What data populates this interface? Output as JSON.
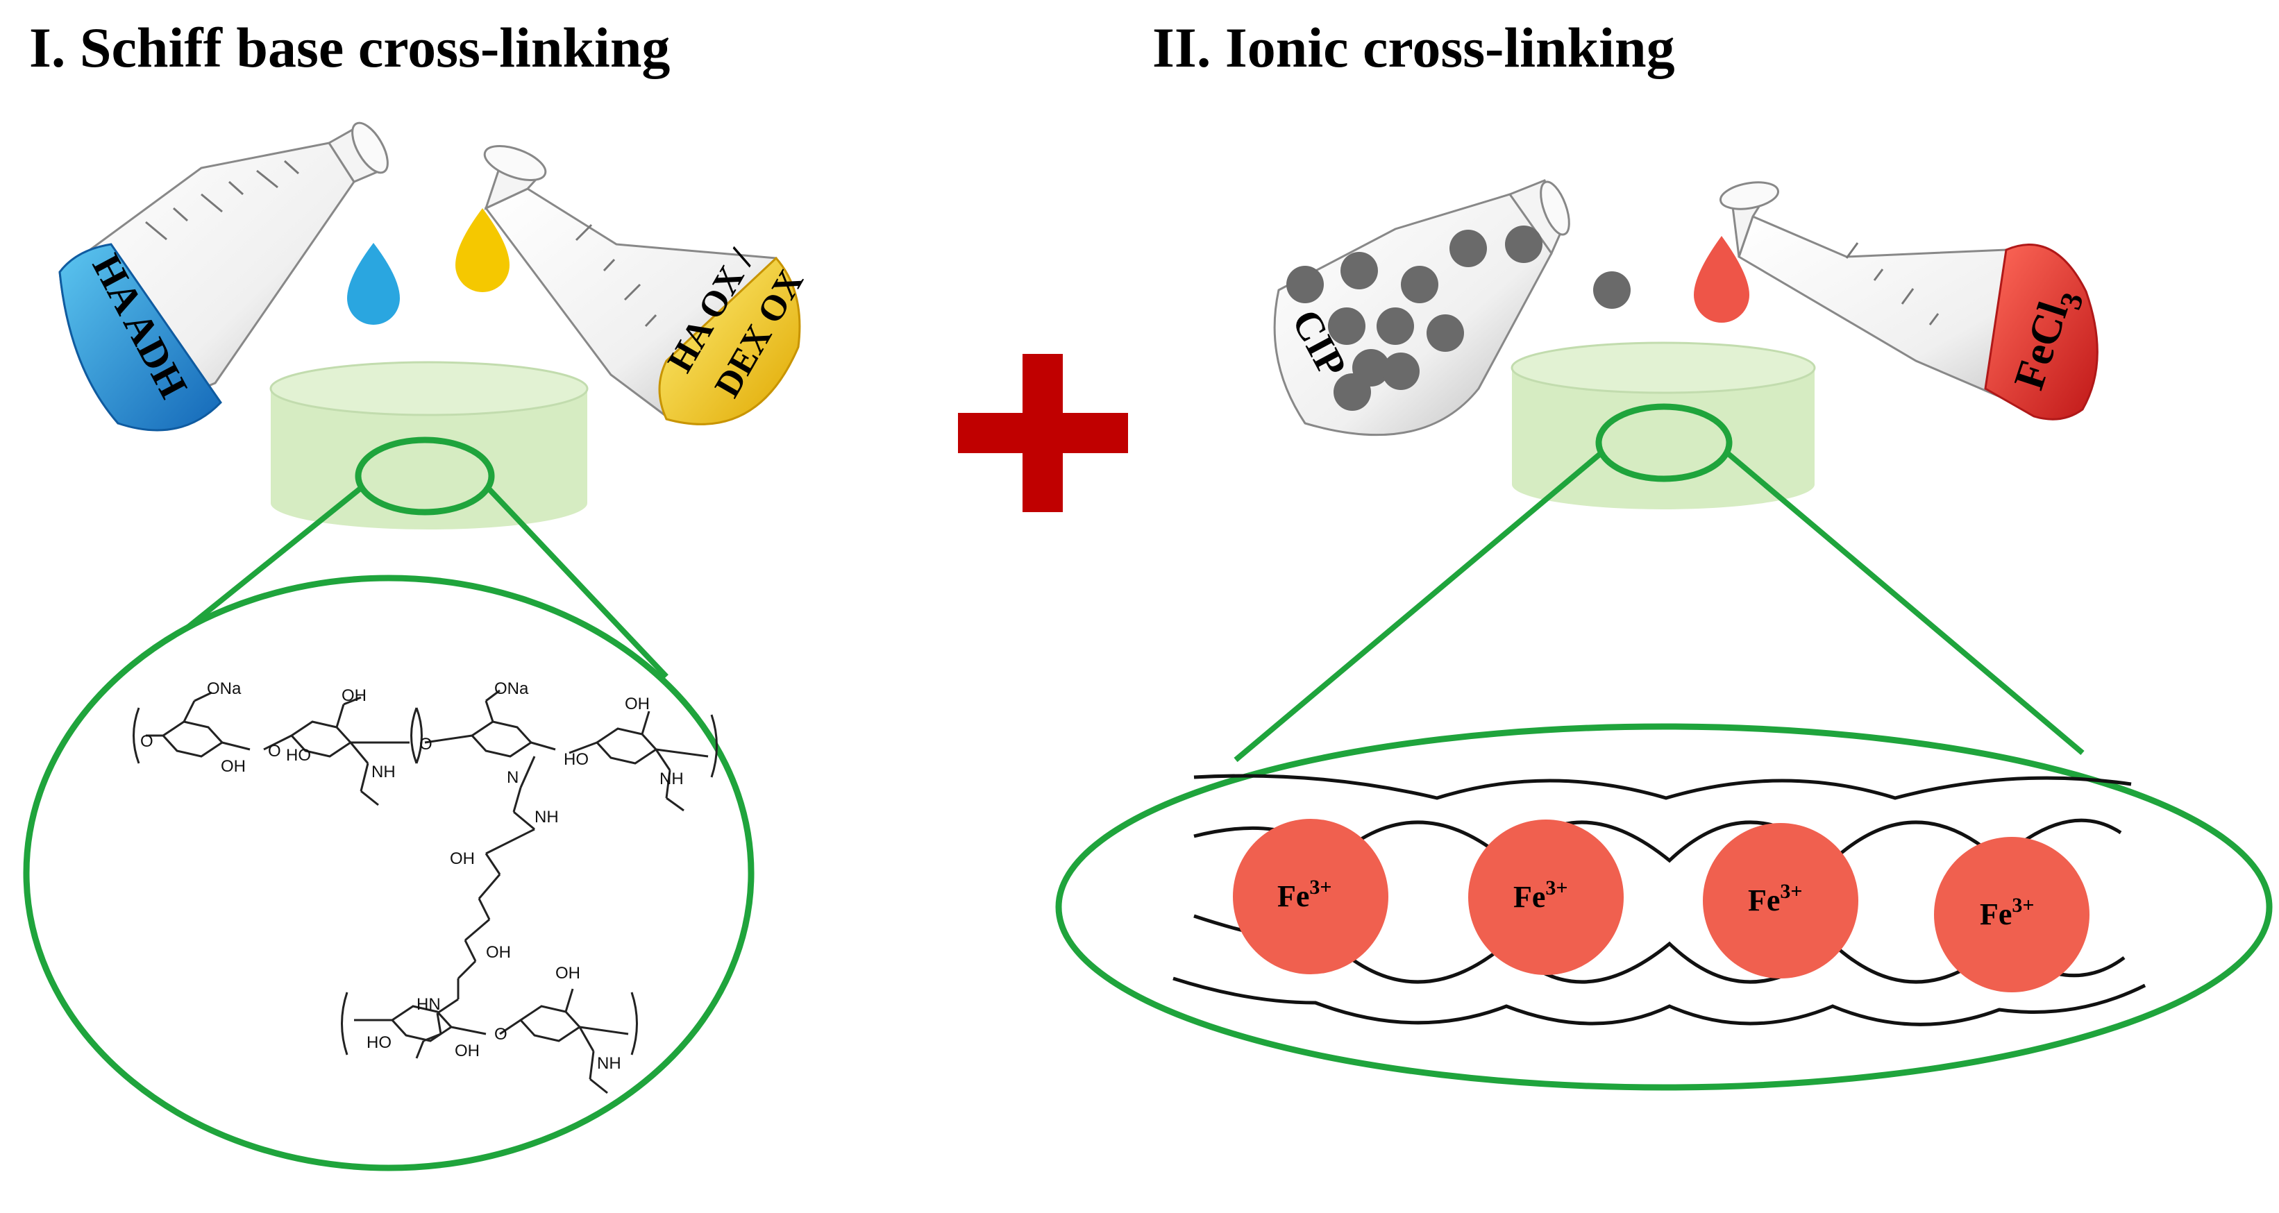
{
  "titles": {
    "schiff": "I. Schiff base cross-linking",
    "ionic": "II. Ionic cross-linking"
  },
  "flasks": {
    "ha_adh": "HA ADH",
    "ha_ox_line1": "HA OX /",
    "ha_ox_line2": "DEX OX",
    "cip": "CIP",
    "fecl3_main": "FeCl",
    "fecl3_sub": "3"
  },
  "ions": [
    {
      "base": "Fe",
      "sup": "3+"
    },
    {
      "base": "Fe",
      "sup": "3+"
    },
    {
      "base": "Fe",
      "sup": "3+"
    },
    {
      "base": "Fe",
      "sup": "3+"
    }
  ],
  "chem_labels": {
    "ona1": "ONa",
    "ona2": "ONa",
    "oh1": "OH",
    "oh2": "OH",
    "oh3": "OH",
    "ho1": "HO",
    "ho2": "HO",
    "ho3": "HO",
    "oh_b1": "OH",
    "oh_b2": "OH",
    "oh_b3": "OH",
    "nh1": "NH",
    "nh2": "NH",
    "nh3": "NH",
    "n_hyd": "N",
    "nh_hyd": "NH",
    "hn_hyd": "HN",
    "o_a": "O",
    "o_b": "O",
    "o_c": "O",
    "o_d": "O"
  },
  "colors": {
    "blue_drop": "#2aa6e0",
    "yellow_drop": "#f5c800",
    "red_drop": "#ee5548",
    "gel": "#d6ecc2",
    "outline_green": "#1fa43c",
    "plus_red": "#c00000",
    "particle": "#6a6a6a",
    "ion": "#f0604f"
  }
}
